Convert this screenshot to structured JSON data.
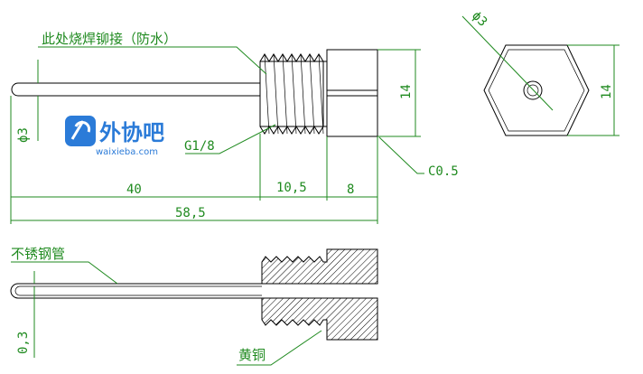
{
  "labels": {
    "weld_note": "此处烧焊铆接（防水）",
    "tube_material": "不锈钢管",
    "fitting_material": "黄铜"
  },
  "dimensions": {
    "tube_diameter": "ϕ3",
    "thread_spec": "G1/8",
    "chamfer": "C0.5",
    "len_tube": "40",
    "len_thread": "10,5",
    "len_hex": "8",
    "len_total": "58,5",
    "hex_height": "14",
    "end_view_height": "14",
    "bore_diameter": "ϕ3",
    "wall_thickness": "0,3"
  },
  "watermark": {
    "brand": "外协吧",
    "url": "waixieba.com"
  },
  "colors": {
    "line": "#000000",
    "dimension": "#1f8a1f",
    "hatch": "#000000",
    "watermark": "#2b7bd8"
  }
}
